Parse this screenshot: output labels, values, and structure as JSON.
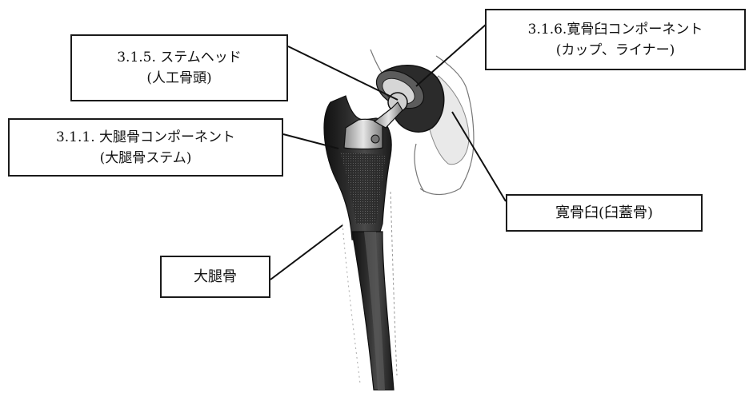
{
  "labels": {
    "stem_head": {
      "line1": "3.1.5. ステムヘッド",
      "line2": "(人工骨頭)"
    },
    "acetabular_component": {
      "line1": "3.1.6.寛骨臼コンポーネント",
      "line2": "(カップ、ライナー)"
    },
    "femoral_component": {
      "line1": "3.1.1. 大腿骨コンポーネント",
      "line2": "(大腿骨ステム)"
    },
    "acetabulum": {
      "line1": "寛骨臼(臼蓋骨)"
    },
    "femur": {
      "line1": "大腿骨"
    }
  },
  "colors": {
    "ink": "#1a1a1a",
    "bone_shade": "#3a3a3a",
    "stem_metal": "#bdbdbd",
    "background": "#ffffff"
  }
}
